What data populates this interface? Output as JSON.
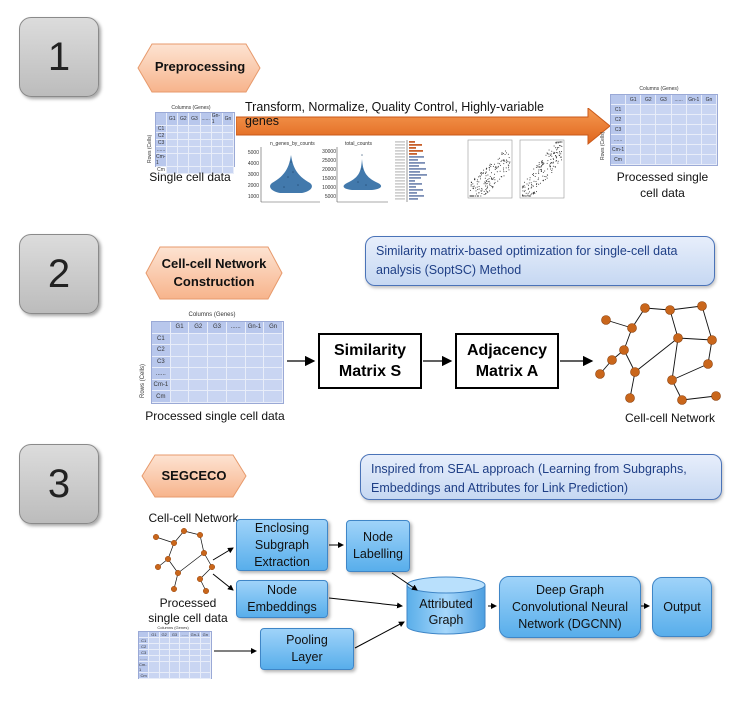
{
  "steps": [
    "1",
    "2",
    "3"
  ],
  "stage1": {
    "title": "Preprocessing",
    "arrow_label": "Transform, Normalize, Quality Control, Highly-variable genes",
    "input_label": "Single cell data",
    "output_label_1": "Processed single",
    "output_label_2": "cell data",
    "plot_titles": [
      "n_genes_by_counts",
      "total_counts"
    ],
    "plot1_yticks": [
      "5000",
      "4000",
      "3000",
      "2000",
      "1000"
    ],
    "plot2_yticks": [
      "30000",
      "25000",
      "20000",
      "15000",
      "10000",
      "5000"
    ],
    "colors": {
      "arrow": "#ee7a2c",
      "violin": "#2e6aa3"
    }
  },
  "stage2": {
    "title_1": "Cell-cell Network",
    "title_2": "Construction",
    "info": "Similarity matrix-based optimization for single-cell data analysis (SoptSC) Method",
    "input_label": "Processed single cell data",
    "box1_line1": "Similarity",
    "box1_line2": "Matrix S",
    "box2_line1": "Adjacency",
    "box2_line2": "Matrix A",
    "network_label": "Cell-cell Network",
    "colors": {
      "node": "#c9661b"
    }
  },
  "stage3": {
    "title": "SEGCECO",
    "info": "Inspired from SEAL approach (Learning from Subgraphs, Embeddings and Attributes for Link Prediction)",
    "network_label": "Cell-cell Network",
    "data_label_1": "Processed",
    "data_label_2": "single cell data",
    "enclosing_1": "Enclosing",
    "enclosing_2": "Subgraph",
    "enclosing_3": "Extraction",
    "labelling_1": "Node",
    "labelling_2": "Labelling",
    "embeddings_1": "Node",
    "embeddings_2": "Embeddings",
    "pooling_1": "Pooling",
    "pooling_2": "Layer",
    "attributed_1": "Attributed",
    "attributed_2": "Graph",
    "dgcnn_1": "Deep Graph",
    "dgcnn_2": "Convolutional Neural",
    "dgcnn_3": "Network (DGCNN)",
    "output": "Output"
  },
  "table": {
    "title": "Columns (Genes)",
    "rows_label": "Rows (Cells)",
    "col_headers": [
      "G1",
      "G2",
      "G3",
      "......",
      "Gn-1",
      "Gn"
    ],
    "row_headers": [
      "C1",
      "C2",
      "C3",
      "......",
      "Cm-1",
      "Cm"
    ]
  }
}
